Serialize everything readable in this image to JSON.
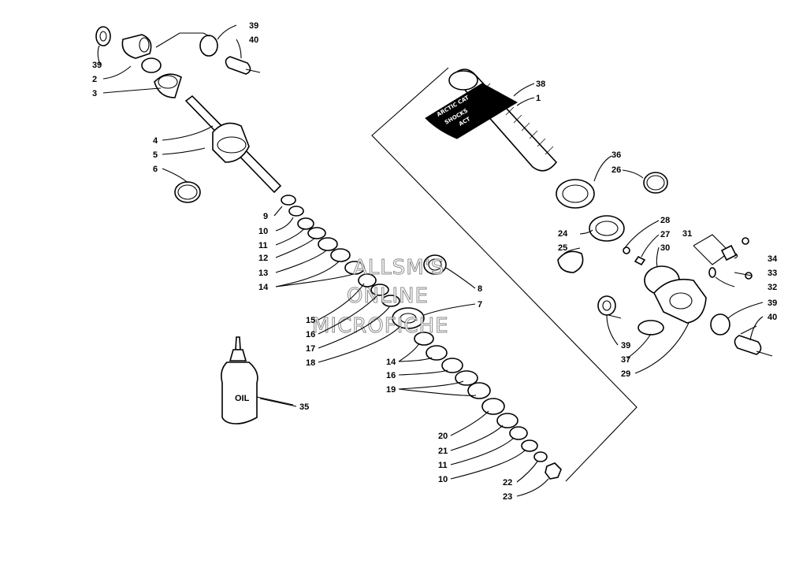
{
  "callouts": [
    "39",
    "2",
    "3",
    "4",
    "5",
    "6",
    "9",
    "10",
    "11",
    "12",
    "13",
    "14",
    "8",
    "7",
    "15",
    "16",
    "17",
    "18",
    "14",
    "16",
    "19",
    "20",
    "21",
    "11",
    "10",
    "22",
    "23",
    "35",
    "38",
    "1",
    "36",
    "26",
    "28",
    "27",
    "24",
    "25",
    "30",
    "31",
    "34",
    "33",
    "32",
    "39",
    "40",
    "39",
    "37",
    "29",
    "39",
    "40"
  ],
  "oil_bottle": {
    "label": "OIL"
  },
  "decal": {
    "line1": "ARCTIC CAT",
    "line2": "SHOCKS",
    "line3": "ACT"
  },
  "watermark": {
    "line1": "ALLSM'S",
    "line2": "ONLINE",
    "line3": "MICROFICHE"
  }
}
